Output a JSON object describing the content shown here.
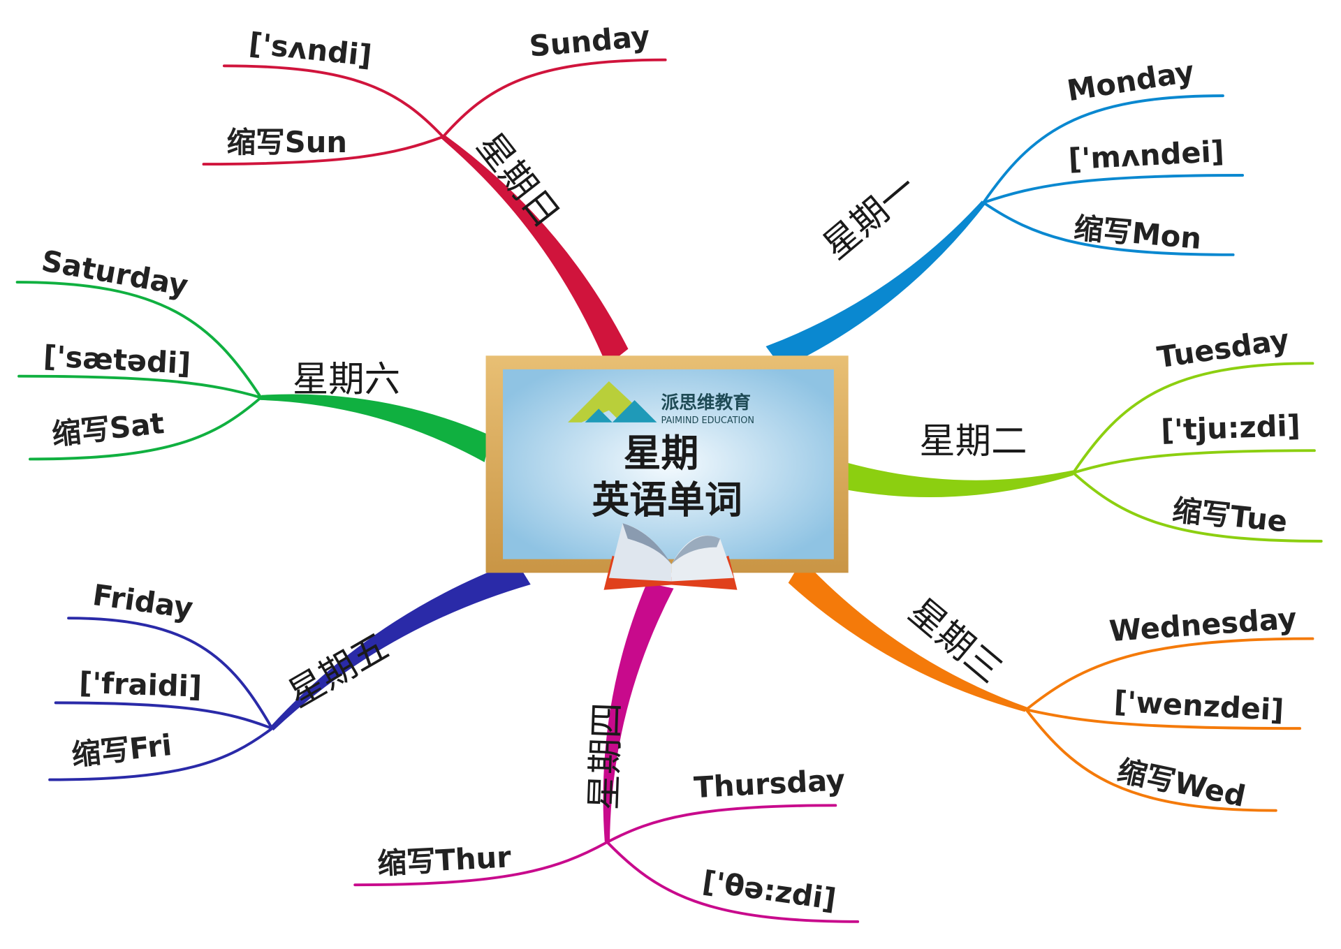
{
  "center": {
    "brand_cn": "派思维教育",
    "brand_en": "PAIMIND EDUCATION",
    "title_line1": "星期",
    "title_line2": "英语单词",
    "frame_color": "#d9a85a",
    "board_color": "#a8d2ea"
  },
  "branches": [
    {
      "label": "星期日",
      "color": "#d0143c",
      "word": "Sunday",
      "phonetic": "['sʌndi]",
      "abbr": "缩写Sun"
    },
    {
      "label": "星期一",
      "color": "#0a88d0",
      "word": "Monday",
      "phonetic": "['mʌndei]",
      "abbr": "缩写Mon"
    },
    {
      "label": "星期二",
      "color": "#8ccf10",
      "word": "Tuesday",
      "phonetic": "['tju:zdi]",
      "abbr": "缩写Tue"
    },
    {
      "label": "星期三",
      "color": "#f47a0a",
      "word": "Wednesday",
      "phonetic": "['wenzdei]",
      "abbr": "缩写Wed"
    },
    {
      "label": "星期四",
      "color": "#c80a8c",
      "word": "Thursday",
      "phonetic": "['θə:zdi]",
      "abbr": "缩写Thur"
    },
    {
      "label": "星期五",
      "color": "#2a2aa8",
      "word": "Friday",
      "phonetic": "['fraidi]",
      "abbr": "缩写Fri"
    },
    {
      "label": "星期六",
      "color": "#10b040",
      "word": "Saturday",
      "phonetic": "['sætədi]",
      "abbr": "缩写Sat"
    }
  ]
}
